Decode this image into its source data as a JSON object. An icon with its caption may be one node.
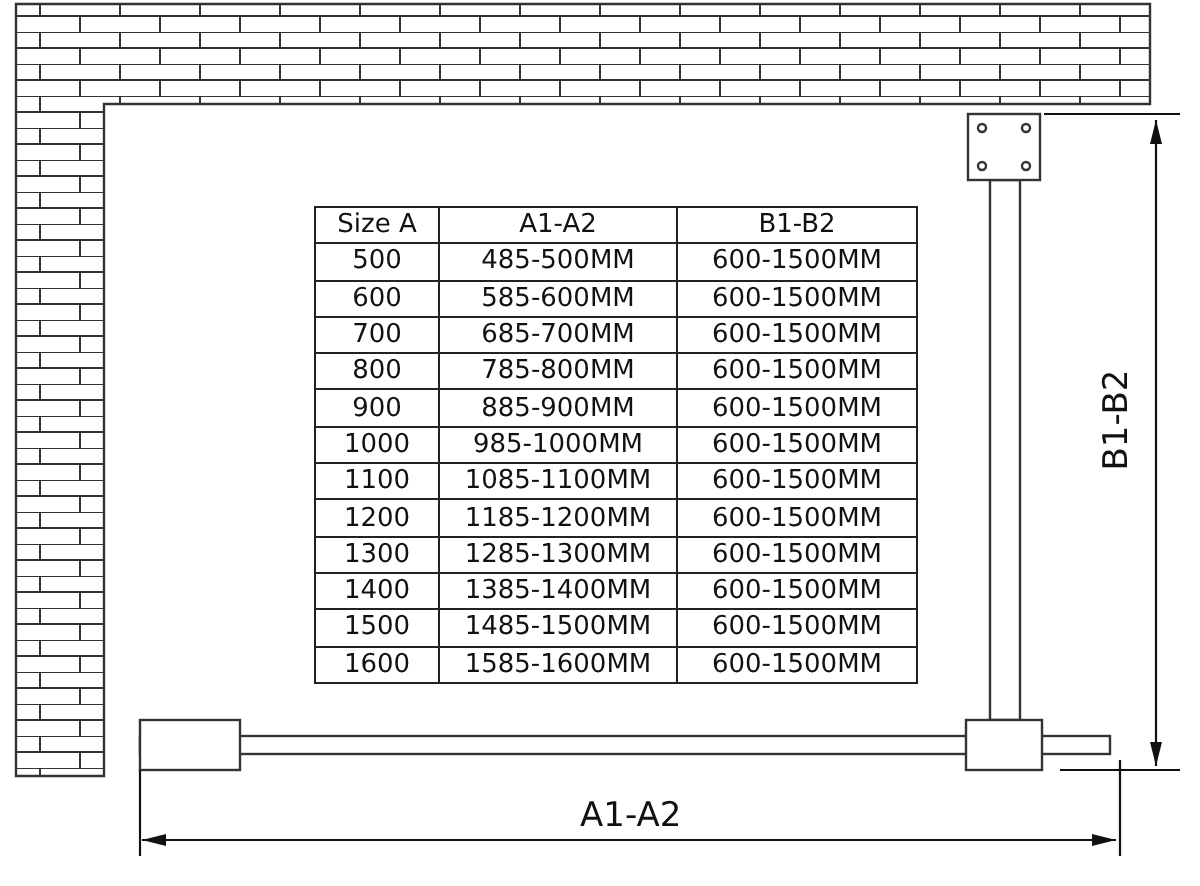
{
  "diagram": {
    "labels": [
      "Size  A",
      "A1-A2",
      "B1-B2",
      "500",
      "485-500MM",
      "600-1500MM",
      "600",
      "585-600MM",
      "600-1500MM",
      "700",
      "685-700MM",
      "600-1500MM",
      "800",
      "785-800MM",
      "600-1500MM",
      "900",
      "885-900MM",
      "600-1500MM",
      "1000",
      "985-1000MM",
      "600-1500MM",
      "1100",
      "1085-1100MM",
      "600-1500MM",
      "1200",
      "1185-1200MM",
      "600-1500MM",
      "1300",
      "1285-1300MM",
      "600-1500MM",
      "1400",
      "1385-1400MM",
      "600-1500MM",
      "1500",
      "1485-1500MM",
      "600-1500MM",
      "1600",
      "1585-1600MM",
      "600-1500MM",
      "B1-B2",
      "A1-A2"
    ]
  }
}
